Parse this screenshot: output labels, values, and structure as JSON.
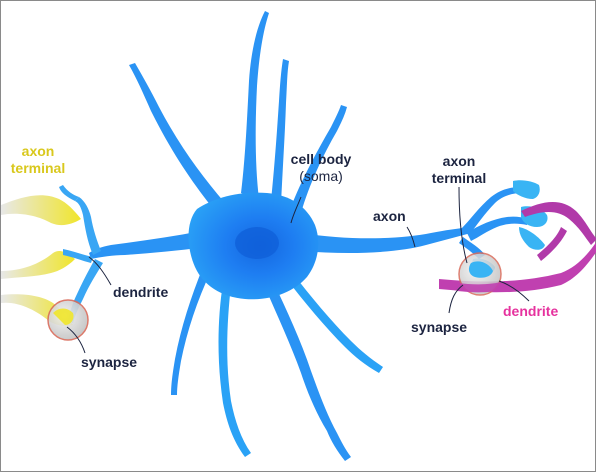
{
  "labels": {
    "axon_terminal_left_1": "axon",
    "axon_terminal_left_2": "terminal",
    "dendrite_left": "dendrite",
    "synapse_left": "synapse",
    "cell_body": "cell body",
    "soma": "(soma)",
    "axon": "axon",
    "axon_terminal_right_1": "axon",
    "axon_terminal_right_2": "terminal",
    "synapse_right": "synapse",
    "dendrite_right": "dendrite"
  },
  "colors": {
    "neuron_blue": "#1f7cf0",
    "neuron_light_blue": "#39b4f4",
    "label_dark": "#1c2440",
    "label_yellow": "#d9c81d",
    "label_pink": "#e6329e",
    "dendrite_purple": "#b13aa9",
    "synapse_grey": "#c9c9c9",
    "synapse_ring": "#d96b5a"
  }
}
